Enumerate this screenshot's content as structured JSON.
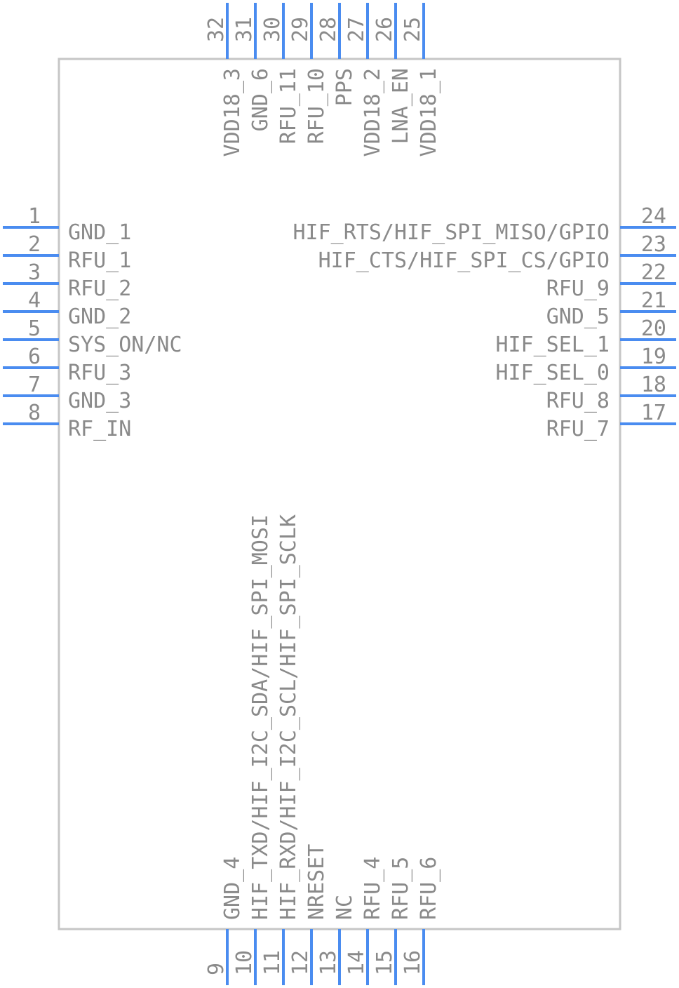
{
  "colors": {
    "pin": "#4a8cf0",
    "body": "#c6c6c6",
    "text": "#8a8a8a"
  },
  "pins": {
    "left": [
      {
        "num": "1",
        "name": "GND_1"
      },
      {
        "num": "2",
        "name": "RFU_1"
      },
      {
        "num": "3",
        "name": "RFU_2"
      },
      {
        "num": "4",
        "name": "GND_2"
      },
      {
        "num": "5",
        "name": "SYS_ON/NC"
      },
      {
        "num": "6",
        "name": "RFU_3"
      },
      {
        "num": "7",
        "name": "GND_3"
      },
      {
        "num": "8",
        "name": "RF_IN"
      }
    ],
    "right": [
      {
        "num": "24",
        "name": "HIF_RTS/HIF_SPI_MISO/GPIO"
      },
      {
        "num": "23",
        "name": "HIF_CTS/HIF_SPI_CS/GPIO"
      },
      {
        "num": "22",
        "name": "RFU_9"
      },
      {
        "num": "21",
        "name": "GND_5"
      },
      {
        "num": "20",
        "name": "HIF_SEL_1"
      },
      {
        "num": "19",
        "name": "HIF_SEL_0"
      },
      {
        "num": "18",
        "name": "RFU_8"
      },
      {
        "num": "17",
        "name": "RFU_7"
      }
    ],
    "top": [
      {
        "num": "32",
        "name": "VDD18_3"
      },
      {
        "num": "31",
        "name": "GND_6"
      },
      {
        "num": "30",
        "name": "RFU_11"
      },
      {
        "num": "29",
        "name": "RFU_10"
      },
      {
        "num": "28",
        "name": "PPS"
      },
      {
        "num": "27",
        "name": "VDD18_2"
      },
      {
        "num": "26",
        "name": "LNA_EN"
      },
      {
        "num": "25",
        "name": "VDD18_1"
      }
    ],
    "bottom": [
      {
        "num": "9",
        "name": "GND_4"
      },
      {
        "num": "10",
        "name": "HIF_TXD/HIF_I2C_SDA/HIF_SPI_MOSI"
      },
      {
        "num": "11",
        "name": "HIF_RXD/HIF_I2C_SCL/HIF_SPI_SCLK"
      },
      {
        "num": "12",
        "name": "NRESET"
      },
      {
        "num": "13",
        "name": "NC"
      },
      {
        "num": "14",
        "name": "RFU_4"
      },
      {
        "num": "15",
        "name": "RFU_5"
      },
      {
        "num": "16",
        "name": "RFU_6"
      }
    ]
  }
}
